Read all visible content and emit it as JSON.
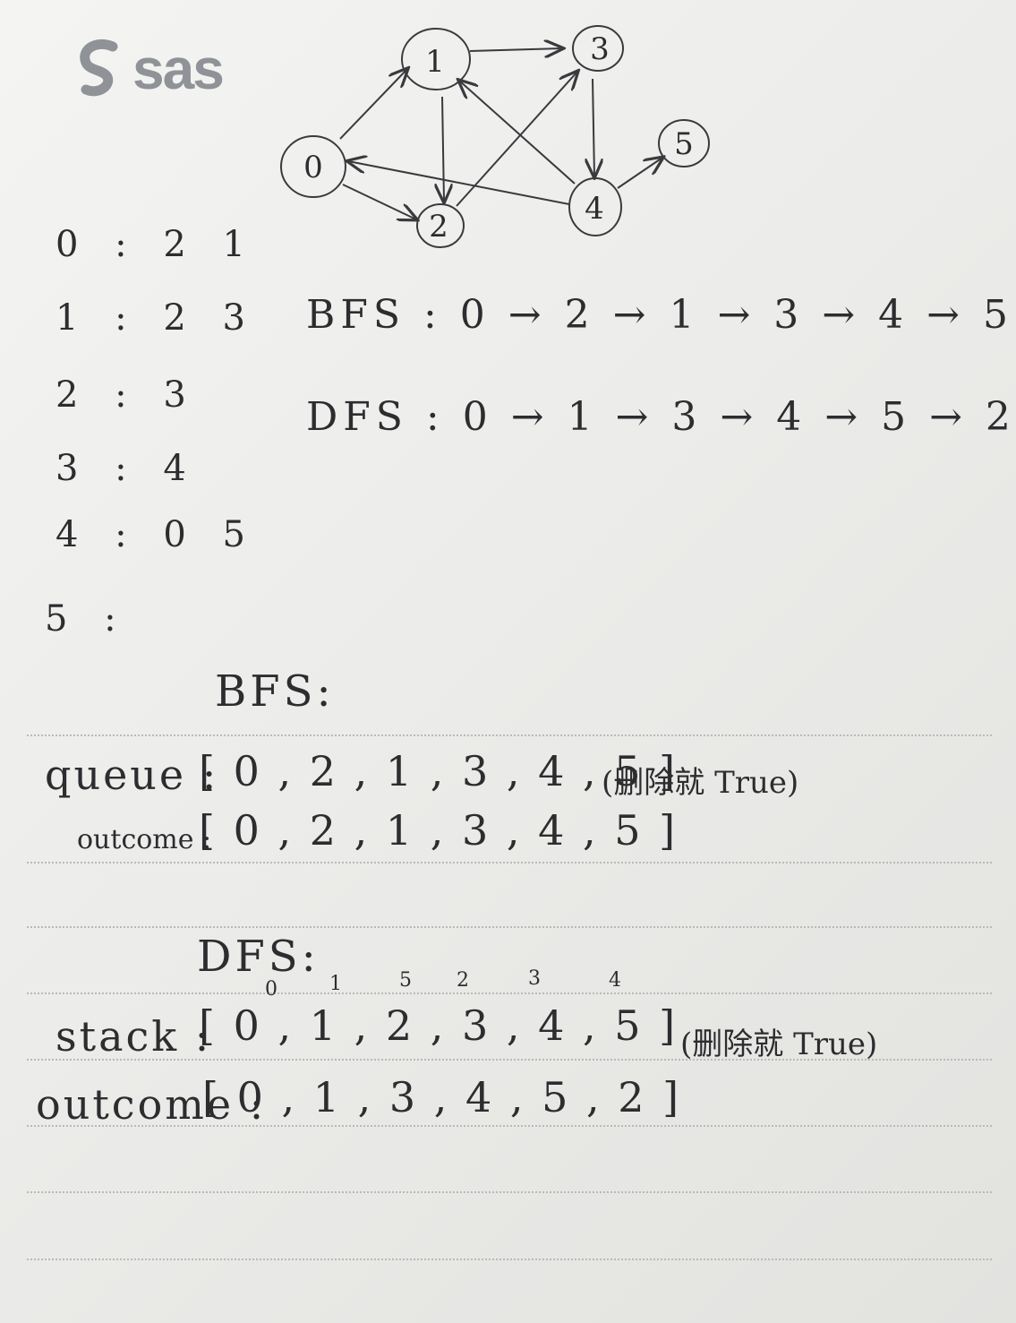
{
  "logo": {
    "text": "sas"
  },
  "graph": {
    "nodes": [
      "0",
      "1",
      "2",
      "3",
      "4",
      "5"
    ]
  },
  "adjacency": [
    {
      "label": "0 : 2 1"
    },
    {
      "label": "1 : 2 3"
    },
    {
      "label": "2 : 3"
    },
    {
      "label": "3 : 4"
    },
    {
      "label": "4 : 0 5"
    },
    {
      "label": "5 :"
    }
  ],
  "traversals": {
    "bfs": "BFS : 0 → 2 → 1 → 3 → 4 → 5",
    "dfs": "DFS : 0 → 1 → 3 → 4 → 5 → 2"
  },
  "bfs_section": {
    "title": "BFS:",
    "queue_label": "queue :",
    "queue_values": "[ 0 , 2 , 1 , 3 , 4 , 5 ]",
    "note": "(删除就 True)",
    "outcome_label": "outcome :",
    "outcome_values": "[ 0 , 2 , 1 , 3 , 4 , 5 ]"
  },
  "dfs_section": {
    "title": "DFS:",
    "order_marks": [
      "0",
      "1",
      "5",
      "2",
      "3",
      "4"
    ],
    "stack_label": "stack :",
    "stack_values": "[ 0 , 1 , 2 , 3 , 4 , 5 ]",
    "note": "(删除就 True)",
    "outcome_label": "outcome :",
    "outcome_values": "[ 0 , 1 , 3 , 4 , 5 , 2 ]"
  }
}
